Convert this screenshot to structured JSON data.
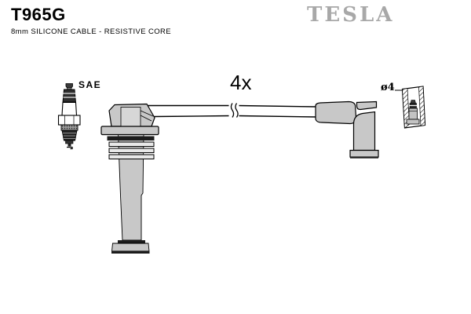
{
  "header": {
    "part_number": "T965G",
    "subtitle": "8mm SILICONE CABLE - RESISTIVE CORE",
    "brand_logo": "TESLA"
  },
  "diagram": {
    "labels": {
      "spark_plug_standard": "SAE",
      "quantity": "4x",
      "terminal_diameter": "ø4"
    },
    "components": [
      "spark-plug",
      "straight-coil-boot",
      "ignition-cable-with-length-break",
      "elbow-plug-boot",
      "terminal-cross-section"
    ],
    "colors": {
      "background": "#ffffff",
      "boot_fill": "#c8c8c8",
      "boot_fill_light": "#d7d7d7",
      "outline": "#000000",
      "dark_metal": "#1c1c1c",
      "brand_gray": "#a8a8a8"
    }
  }
}
